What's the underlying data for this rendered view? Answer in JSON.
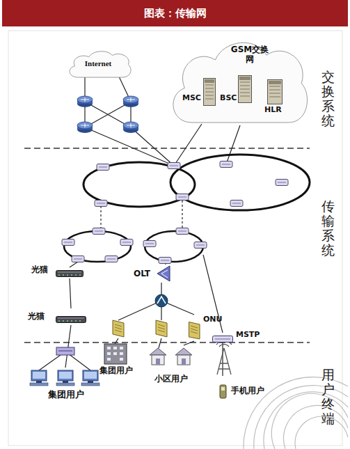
{
  "diagram": {
    "title": "图表：传输网",
    "nodes": [
      {
        "text": [
          "Internet"
        ]
      },
      {
        "text": [
          "GSM交换网"
        ]
      },
      {
        "text": [
          "MSC"
        ],
        "in": 1
      },
      {
        "text": [
          "BSC"
        ],
        "in": 1
      },
      {
        "text": [
          "HLR"
        ],
        "in": 1
      },
      {
        "text": [
          "光猫"
        ]
      },
      {
        "text": [
          "OLT"
        ]
      },
      {
        "text": [
          "光猫"
        ]
      },
      {
        "text": [
          "ONU"
        ]
      },
      {
        "text": [
          "MSTP"
        ]
      },
      {
        "text": [
          "集团用户"
        ]
      },
      {
        "text": [
          "集团用户"
        ]
      },
      {
        "text": [
          "小区用户"
        ]
      },
      {
        "text": [
          "手机用户"
        ]
      }
    ],
    "edges": [
      {
        "from": 5,
        "to": 7,
        "arrow": "none"
      },
      {
        "from": 7,
        "to": 10,
        "arrow": "none"
      },
      {
        "from": 6,
        "to": 8,
        "arrow": "none"
      },
      {
        "from": 8,
        "to": 12,
        "arrow": "none"
      },
      {
        "from": 9,
        "to": 13,
        "arrow": "none"
      }
    ],
    "labels": [
      "交换系统",
      "传输系统",
      "用户终端"
    ]
  }
}
